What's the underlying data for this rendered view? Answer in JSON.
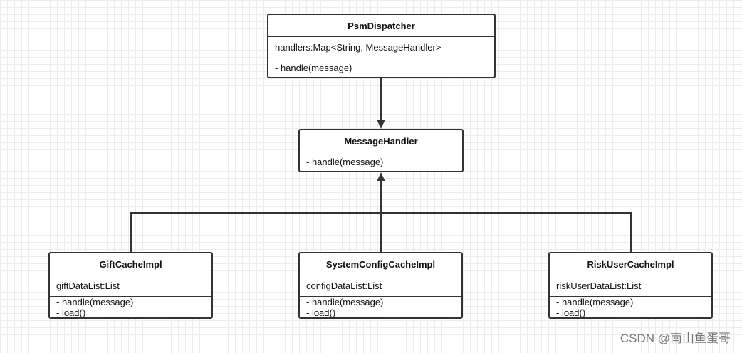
{
  "classes": {
    "dispatcher": {
      "name": "PsmDispatcher",
      "attributes": [
        "handlers:Map<String, MessageHandler>"
      ],
      "methods": [
        "- handle(message)"
      ]
    },
    "handler": {
      "name": "MessageHandler",
      "methods": [
        "- handle(message)"
      ]
    },
    "gift": {
      "name": "GiftCacheImpl",
      "attributes": [
        "giftDataList:List"
      ],
      "methods": [
        "- handle(message)",
        "- load()"
      ]
    },
    "system": {
      "name": "SystemConfigCacheImpl",
      "attributes": [
        "configDataList:List"
      ],
      "methods": [
        "- handle(message)",
        "- load()"
      ]
    },
    "risk": {
      "name": "RiskUserCacheImpl",
      "attributes": [
        "riskUserDataList:List"
      ],
      "methods": [
        "- handle(message)",
        "- load()"
      ]
    }
  },
  "relations": [
    {
      "from": "PsmDispatcher",
      "to": "MessageHandler",
      "type": "association"
    },
    {
      "from": "GiftCacheImpl",
      "to": "MessageHandler",
      "type": "realization"
    },
    {
      "from": "SystemConfigCacheImpl",
      "to": "MessageHandler",
      "type": "realization"
    },
    {
      "from": "RiskUserCacheImpl",
      "to": "MessageHandler",
      "type": "realization"
    }
  ],
  "watermark": "CSDN @南山鱼蛋哥"
}
